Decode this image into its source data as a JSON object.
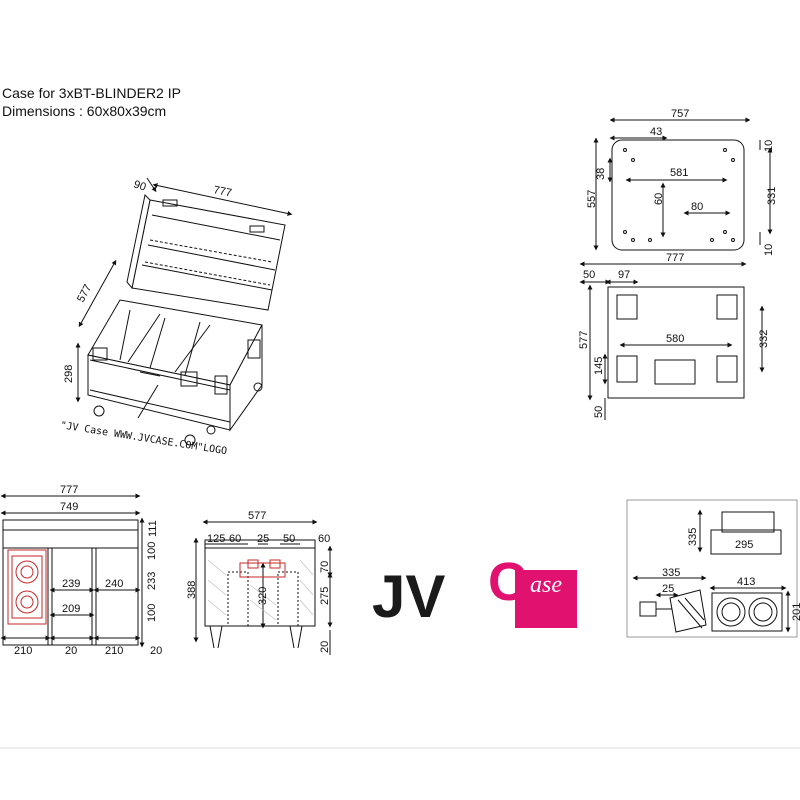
{
  "header": {
    "title": "Case for 3xBT-BLINDER2 IP",
    "dimensions": "Dimensions : 60x80x39cm"
  },
  "iso_view": {
    "dims": {
      "depth": "90",
      "length": "777",
      "width": "577",
      "height": "298"
    },
    "logo_note": "\"JV Case WWW.JVCASE.COM\"LOGO"
  },
  "lid_view": {
    "dims": {
      "overall": "757",
      "edge": "43",
      "inner": "581",
      "height": "557",
      "top": "38",
      "slot": "60",
      "hole": "80",
      "right_span": "331",
      "right_top": "10",
      "right_bottom": "10"
    }
  },
  "bottom_view": {
    "dims": {
      "overall": "777",
      "left_edge": "50",
      "pad": "97",
      "height": "577",
      "inner": "580",
      "right": "332",
      "left": "145",
      "bottom": "50"
    }
  },
  "front_section": {
    "dims": {
      "outer": "777",
      "inner": "749",
      "r_111": "111",
      "r_100a": "100",
      "r_233": "233",
      "r_100b": "100",
      "c_239": "239",
      "c_240": "240",
      "c_209": "209",
      "b_210a": "210",
      "b_20a": "20",
      "b_210b": "210",
      "b_20b": "20"
    }
  },
  "side_section": {
    "dims": {
      "overall": "577",
      "t_125": "125",
      "t_60a": "60",
      "t_25": "25",
      "t_50": "50",
      "t_60b": "60",
      "left": "388",
      "center": "320",
      "r_70": "70",
      "r_275": "275",
      "r_20": "20"
    }
  },
  "logo": {
    "jv": "JV",
    "case": "ase",
    "c_letter": "C",
    "brand_color": "#e0116f"
  },
  "fixture_view": {
    "dims": {
      "top_h": "335",
      "top_w": "295",
      "depth": "335",
      "bracket": "25",
      "width": "413",
      "height": "201"
    }
  }
}
